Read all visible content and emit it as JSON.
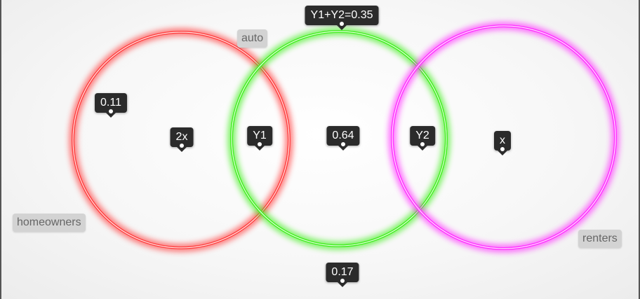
{
  "sets": [
    {
      "label": "homeowners",
      "color": "#ff4040"
    },
    {
      "label": "auto",
      "color": "#44ee22"
    },
    {
      "label": "renters",
      "color": "#ff33ff"
    }
  ],
  "markers": {
    "top": "Y1+Y2=0.35",
    "homeowners_edge": "0.11",
    "homeowners_only": "2x",
    "overlap_home_auto": "Y1",
    "auto_only": "0.64",
    "overlap_auto_renters": "Y2",
    "renters_only": "x",
    "outside": "0.17"
  }
}
